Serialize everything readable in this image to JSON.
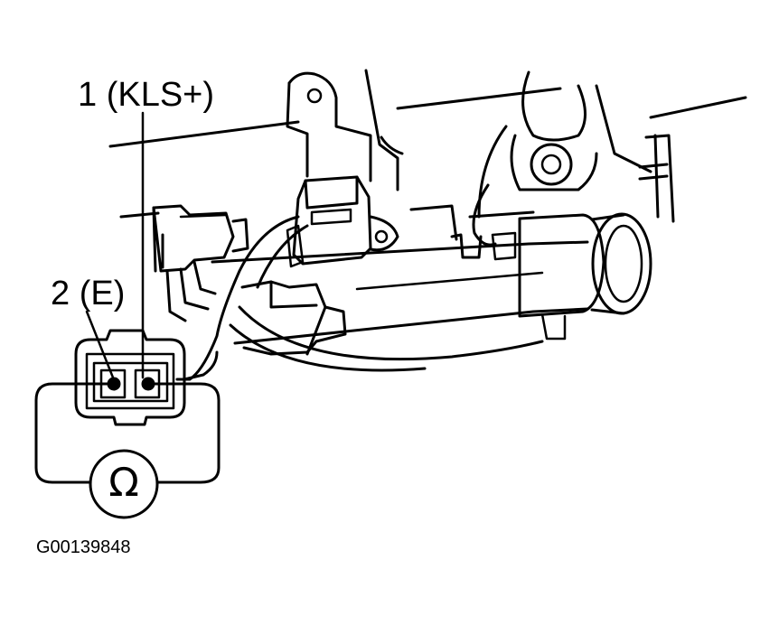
{
  "labels": {
    "terminal_1": "1 (KLS+)",
    "terminal_2": "2 (E)",
    "ohmmeter_symbol": "Ω",
    "figure_id": "G00139848"
  }
}
